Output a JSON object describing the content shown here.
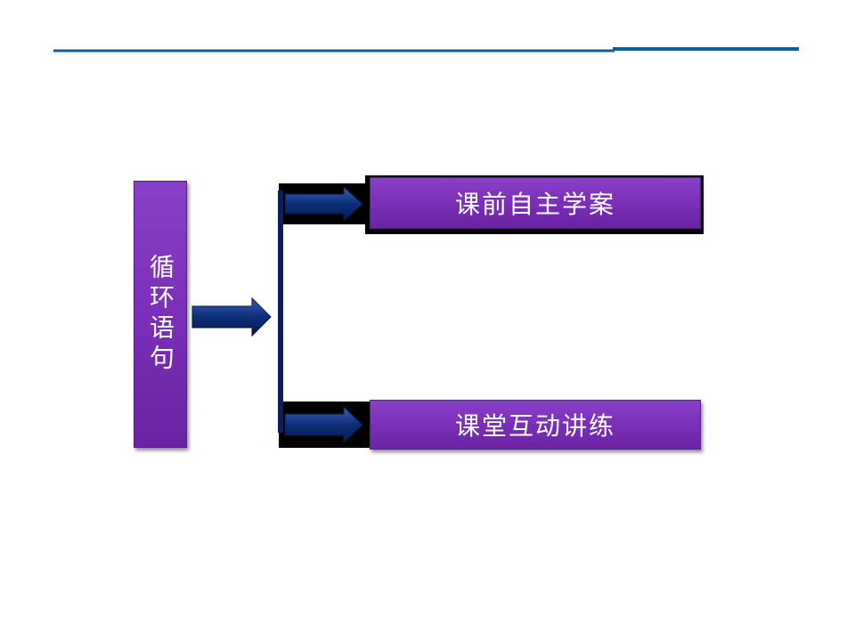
{
  "main_topic": {
    "label": "循环语句"
  },
  "branches": [
    {
      "label": "课前自主学案"
    },
    {
      "label": "课堂互动讲练"
    }
  ],
  "colors": {
    "rule_blue": "#0f5e9c",
    "box_purple": "#7a2fb8",
    "arrow_navy": "#0d2f7a",
    "bracket_navy": "#0a1f5c"
  }
}
